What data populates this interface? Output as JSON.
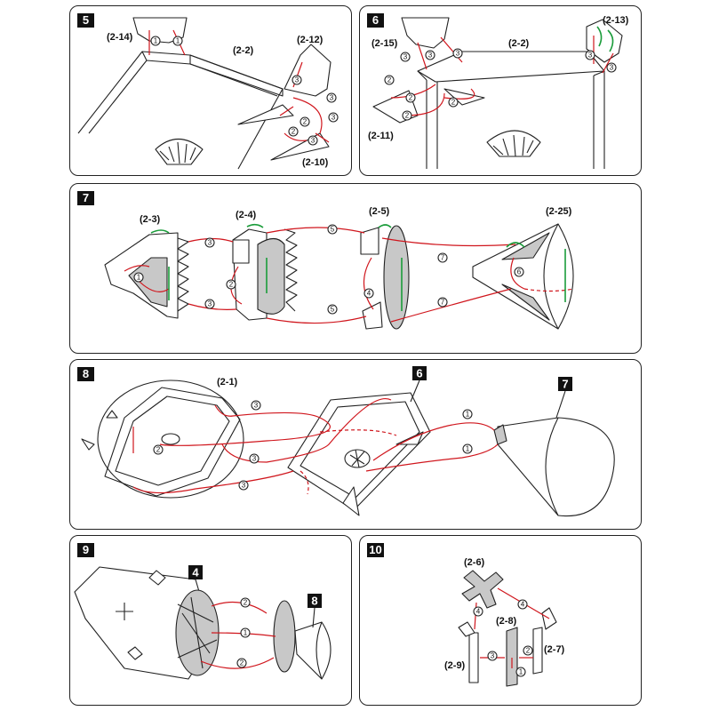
{
  "panels": [
    {
      "step": "5",
      "parts": [
        "(2-14)",
        "(2-2)",
        "(2-12)",
        "(2-10)"
      ],
      "steps": [
        "1",
        "1",
        "3",
        "3",
        "2",
        "3",
        "3",
        "2"
      ]
    },
    {
      "step": "6",
      "parts": [
        "(2-15)",
        "(2-2)",
        "(2-13)",
        "(2-11)"
      ],
      "steps": [
        "3",
        "3",
        "2",
        "2",
        "3",
        "3",
        "3",
        "2",
        "2"
      ]
    },
    {
      "step": "7",
      "parts": [
        "(2-3)",
        "(2-4)",
        "(2-5)",
        "(2-25)"
      ],
      "steps": [
        "1",
        "3",
        "3",
        "2",
        "5",
        "5",
        "4",
        "7",
        "7",
        "6"
      ]
    },
    {
      "step": "8",
      "parts": [
        "(2-1)"
      ],
      "refs": [
        "6",
        "7"
      ],
      "steps": [
        "3",
        "3",
        "3",
        "2",
        "1",
        "1"
      ]
    },
    {
      "step": "9",
      "refs": [
        "4",
        "8"
      ],
      "steps": [
        "2",
        "2",
        "1"
      ]
    },
    {
      "step": "10",
      "parts": [
        "(2-6)",
        "(2-8)",
        "(2-7)",
        "(2-9)"
      ],
      "steps": [
        "4",
        "4",
        "3",
        "2",
        "1"
      ]
    }
  ],
  "colors": {
    "connector": "#d0161d",
    "rotation": "#1a9c3a",
    "fill": "#c8c8c8"
  }
}
